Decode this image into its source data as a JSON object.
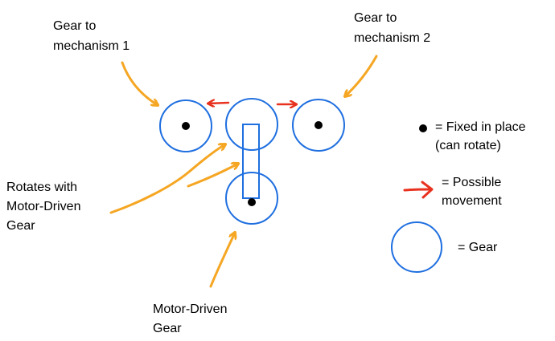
{
  "labels": {
    "gear_mech1": [
      "Gear to",
      "mechanism 1"
    ],
    "gear_mech2": [
      "Gear to",
      "mechanism 2"
    ],
    "rotates_with": [
      "Rotates with",
      "Motor-Driven",
      "Gear"
    ],
    "motor_driven": [
      "Motor-Driven",
      "Gear"
    ]
  },
  "legend": {
    "fixed": [
      "= Fixed in place",
      "(can rotate)"
    ],
    "movement": [
      "= Possible",
      "movement"
    ],
    "gear": "= Gear"
  },
  "colors": {
    "gear": "#1f6fe0",
    "annotation_arrow": "#f5a623",
    "movement_arrow": "#e8321f",
    "pivot": "#000000"
  }
}
